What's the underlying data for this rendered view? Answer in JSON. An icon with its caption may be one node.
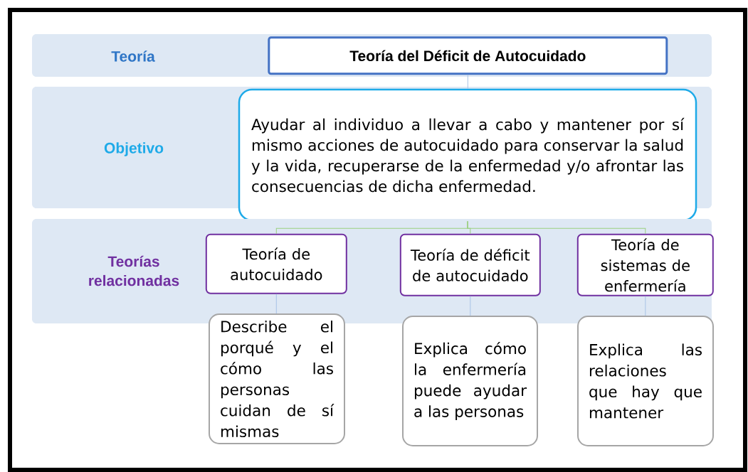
{
  "diagram": {
    "nodes": [
      {
        "text": [
          "Teoría"
        ]
      },
      {
        "text": [
          "Teoría del Déficit de Autocuidado"
        ],
        "in": 0
      },
      {
        "text": [
          "Objetivo"
        ]
      },
      {
        "text": [
          "Ayudar al individuo a llevar a cabo y mantener por sí mismo acciones de autocuidado para conservar la salud y la vida, recuperarse de la enfermedad y/o afrontar las consecuencias de dicha enfermedad."
        ]
      },
      {
        "text": [
          "Teorías relacionadas"
        ]
      },
      {
        "text": [
          "Teoría de autocuidado"
        ],
        "in": 4
      },
      {
        "text": [
          "Teoría de déficit de autocuidado"
        ],
        "in": 4
      },
      {
        "text": [
          "Teoría de sistemas de enfermería"
        ],
        "in": 4
      },
      {
        "text": [
          "Describe el porqué y el cómo las personas cuidan de sí mismas"
        ]
      },
      {
        "text": [
          "Explica cómo la enfermería puede ayudar a las personas"
        ]
      },
      {
        "text": [
          "Explica las relaciones que hay que mantener"
        ]
      }
    ],
    "edges": [
      {
        "from": 1,
        "to": 3,
        "arrow": "none"
      },
      {
        "from": 3,
        "to": 5,
        "arrow": "none",
        "color": "#9bcf7f"
      },
      {
        "from": 3,
        "to": 6,
        "arrow": "none",
        "color": "#9bcf7f"
      },
      {
        "from": 3,
        "to": 7,
        "arrow": "none",
        "color": "#9bcf7f"
      },
      {
        "from": 5,
        "to": 8,
        "arrow": "none"
      },
      {
        "from": 6,
        "to": 9,
        "arrow": "none"
      },
      {
        "from": 7,
        "to": 10,
        "arrow": "none"
      }
    ]
  }
}
